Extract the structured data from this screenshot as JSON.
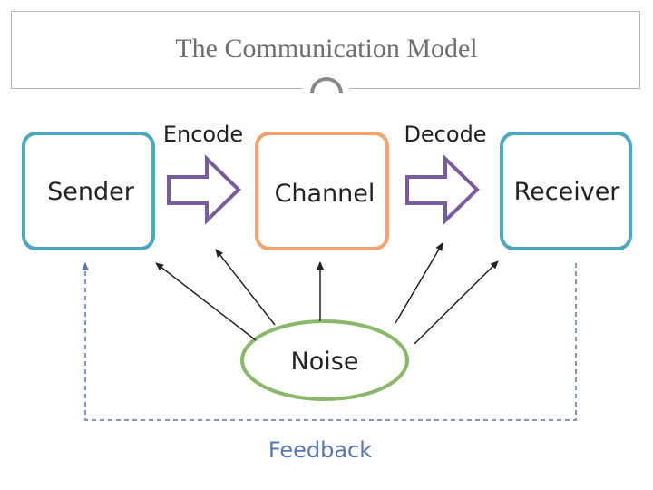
{
  "slide": {
    "title": "The Communication Model"
  },
  "diagram": {
    "nodes": {
      "sender": "Sender",
      "channel": "Channel",
      "receiver": "Receiver",
      "noise": "Noise"
    },
    "edges": {
      "encode": "Encode",
      "decode": "Decode",
      "feedback": "Feedback"
    },
    "colors": {
      "sender_border": "#4fa6c0",
      "channel_border": "#f0a36c",
      "receiver_border": "#4fa6c0",
      "noise_border": "#8ab86a",
      "process_arrow": "#7a5a9e",
      "feedback": "#5677b4",
      "text": "#222222"
    }
  }
}
